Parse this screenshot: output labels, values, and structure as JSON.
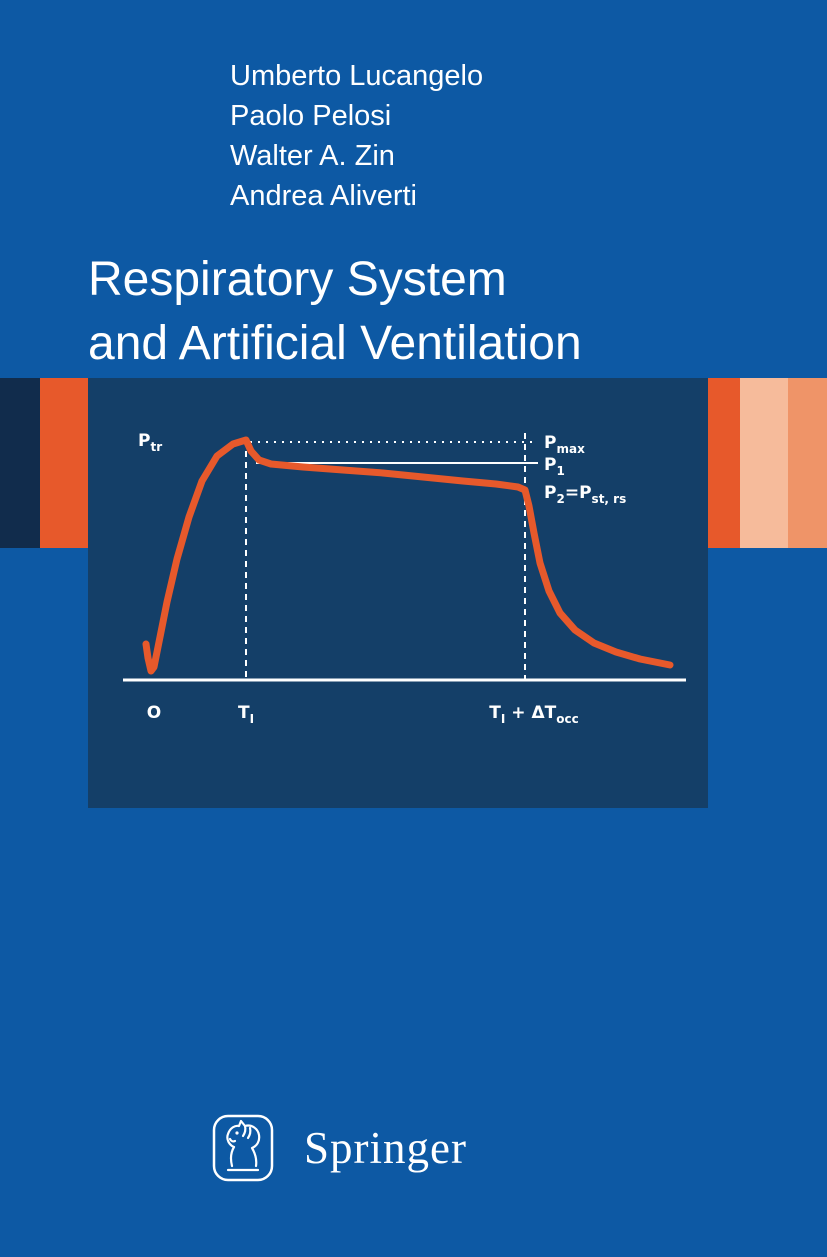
{
  "cover": {
    "authors": [
      "Umberto Lucangelo",
      "Paolo Pelosi",
      "Walter A. Zin",
      "Andrea Aliverti"
    ],
    "title_line1": "Respiratory System",
    "title_line2": "and Artificial Ventilation",
    "publisher": "Springer"
  },
  "colors": {
    "cover-blue": "#0d59a4",
    "panel-navy": "#143f68",
    "edge-navy": "#112c4c",
    "accent-orange": "#e7592b",
    "peach-light": "#f6bb9b",
    "peach-mid": "#ef9468",
    "text-white": "#ffffff"
  },
  "chart_data": {
    "type": "line",
    "title": "",
    "ylabel": "Ptr",
    "x_ticks": [
      "O",
      "TI",
      "TI + ΔTocc"
    ],
    "annotations": [
      "Pmax",
      "P1",
      "P2=Pst,rs"
    ],
    "grid": false,
    "coords": "panel-pixels (620x430), baseline y=302",
    "axis": {
      "x1": 35,
      "y1": 302,
      "x2": 598,
      "y2": 302
    },
    "curve": {
      "color": "#e7592b",
      "width": 7,
      "points": [
        [
          58,
          266
        ],
        [
          60,
          280
        ],
        [
          63,
          293
        ],
        [
          66,
          289
        ],
        [
          71,
          264
        ],
        [
          79,
          224
        ],
        [
          89,
          181
        ],
        [
          101,
          139
        ],
        [
          114,
          103
        ],
        [
          129,
          78
        ],
        [
          145,
          66
        ],
        [
          158,
          62
        ],
        [
          163,
          73
        ],
        [
          171,
          82
        ],
        [
          183,
          86
        ],
        [
          215,
          89
        ],
        [
          255,
          92
        ],
        [
          295,
          95
        ],
        [
          335,
          99
        ],
        [
          375,
          103
        ],
        [
          408,
          106
        ],
        [
          430,
          109
        ],
        [
          437,
          112
        ],
        [
          441,
          128
        ],
        [
          446,
          155
        ],
        [
          452,
          185
        ],
        [
          461,
          213
        ],
        [
          472,
          235
        ],
        [
          487,
          252
        ],
        [
          506,
          265
        ],
        [
          528,
          274
        ],
        [
          552,
          281
        ],
        [
          572,
          285
        ],
        [
          582,
          287
        ]
      ]
    },
    "dashed_vlines": [
      {
        "x": 158,
        "y1": 62,
        "y2": 302
      },
      {
        "x": 437,
        "y1": 55,
        "y2": 302
      }
    ],
    "hlines": [
      {
        "y": 64,
        "x1": 162,
        "x2": 450,
        "dash": "2 6"
      },
      {
        "y": 85,
        "x1": 168,
        "x2": 450,
        "dash": ""
      }
    ],
    "labels": [
      {
        "x": 50,
        "y": 68,
        "anchor": "start",
        "runs": [
          {
            "t": "P"
          },
          {
            "t": "tr",
            "sub": true
          }
        ]
      },
      {
        "x": 456,
        "y": 70,
        "anchor": "start",
        "runs": [
          {
            "t": "P"
          },
          {
            "t": "max",
            "sub": true
          }
        ]
      },
      {
        "x": 456,
        "y": 92,
        "anchor": "start",
        "runs": [
          {
            "t": "P"
          },
          {
            "t": "1",
            "sub": true
          }
        ]
      },
      {
        "x": 456,
        "y": 120,
        "anchor": "start",
        "runs": [
          {
            "t": "P"
          },
          {
            "t": "2",
            "sub": true
          },
          {
            "t": "="
          },
          {
            "t": "P"
          },
          {
            "t": "st, rs",
            "sub": true
          }
        ]
      },
      {
        "x": 66,
        "y": 340,
        "anchor": "middle",
        "runs": [
          {
            "t": "O"
          }
        ]
      },
      {
        "x": 158,
        "y": 340,
        "anchor": "middle",
        "runs": [
          {
            "t": "T"
          },
          {
            "t": "I",
            "sub": true
          }
        ]
      },
      {
        "x": 446,
        "y": 340,
        "anchor": "middle",
        "runs": [
          {
            "t": "T"
          },
          {
            "t": "I",
            "sub": true
          },
          {
            "t": " + ΔT"
          },
          {
            "t": "occ",
            "sub": true
          }
        ]
      }
    ]
  }
}
